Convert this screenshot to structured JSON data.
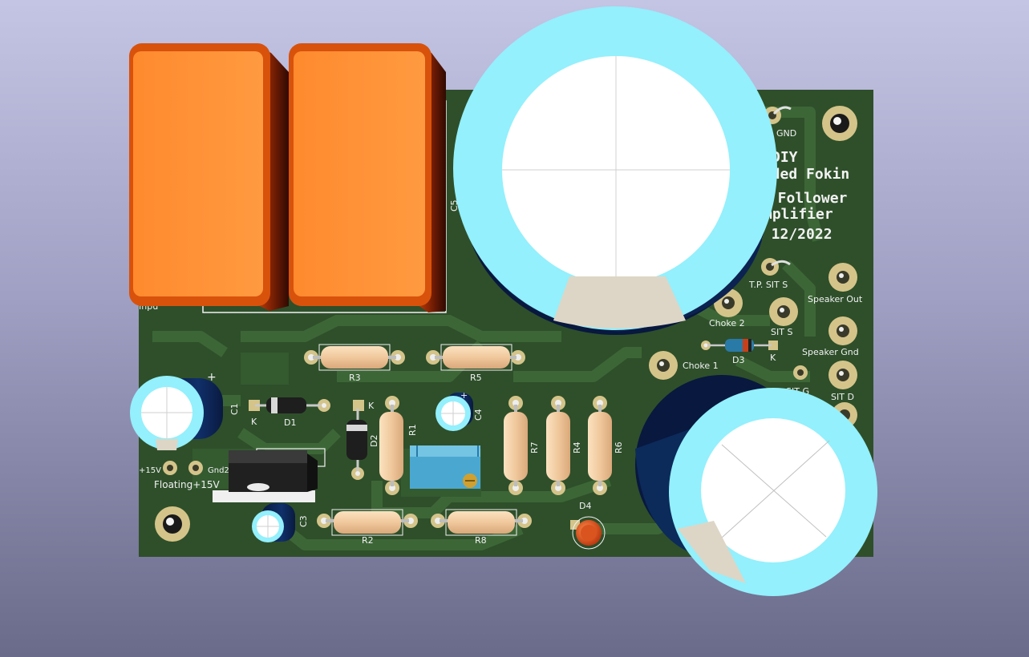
{
  "colors": {
    "pcb": "#2e4f2a",
    "trace": "#3b6235",
    "silk": "#f2f2f2",
    "pad_gold": "#d4c48a",
    "cap_blue": "#93f0fc",
    "cap_sleeve_dark": "#0b1e46",
    "film_cap": "#ff953a",
    "resistor": "#f1cca3",
    "led": "#e0501a"
  },
  "silkscreen": {
    "title_line1": "DIY",
    "title_line2": "oaded Fokin",
    "title_line3": "n Follower",
    "title_line4": "mplifier",
    "title_line5": "M 12/2022",
    "gnd": "GND",
    "input_partial": "Inpu",
    "tp_sit_s": "T.P. SIT S",
    "speaker_out": "Speaker Out",
    "speaker_gnd": "Speaker Gnd",
    "choke2": "Choke 2",
    "choke1": "Choke 1",
    "sit_s": "SIT S",
    "sit_g": "SIT G",
    "sit_d": "SIT D",
    "plus15v": "+15V",
    "gnd2": "Gnd2",
    "floating": "Floating+15V",
    "k_d1": "K",
    "k_d2": "K",
    "k_d3": "K"
  },
  "refdes": {
    "c1": "C1",
    "c3": "C3",
    "c4": "C4",
    "c5": "C5",
    "d1": "D1",
    "d2": "D2",
    "d3": "D3",
    "d4": "D4",
    "r1": "R1",
    "r2": "R2",
    "r3": "R3",
    "r4": "R4",
    "r5": "R5",
    "r6": "R6",
    "r7": "R7",
    "r8": "R8"
  }
}
